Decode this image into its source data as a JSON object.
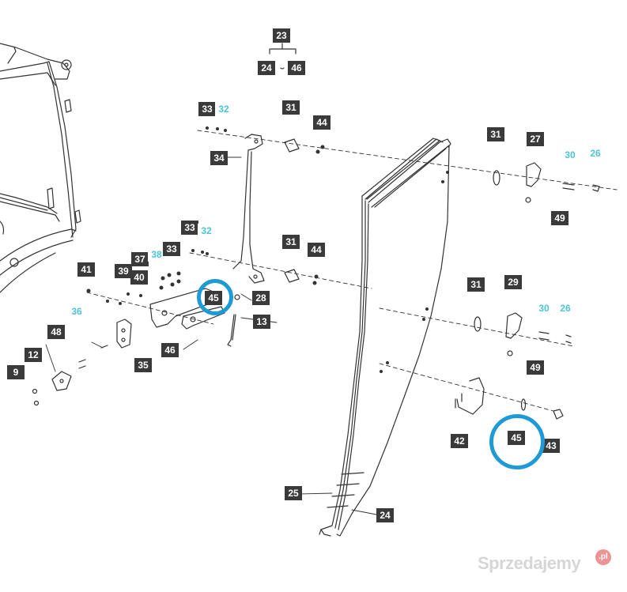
{
  "diagram": {
    "callouts": [
      {
        "id": "c23",
        "label": "23",
        "style": "dark"
      },
      {
        "id": "c24a",
        "label": "24",
        "style": "dark"
      },
      {
        "id": "c46a",
        "label": "46",
        "style": "dark"
      },
      {
        "id": "c33a",
        "label": "33",
        "style": "dark"
      },
      {
        "id": "c32a",
        "label": "32",
        "style": "cyan"
      },
      {
        "id": "c31a",
        "label": "31",
        "style": "dark"
      },
      {
        "id": "c44a",
        "label": "44",
        "style": "dark"
      },
      {
        "id": "c34",
        "label": "34",
        "style": "dark"
      },
      {
        "id": "c31b",
        "label": "31",
        "style": "dark"
      },
      {
        "id": "c27",
        "label": "27",
        "style": "dark"
      },
      {
        "id": "c30a",
        "label": "30",
        "style": "cyan"
      },
      {
        "id": "c26a",
        "label": "26",
        "style": "cyan"
      },
      {
        "id": "c49a",
        "label": "49",
        "style": "dark"
      },
      {
        "id": "c33b",
        "label": "33",
        "style": "dark"
      },
      {
        "id": "c32b",
        "label": "32",
        "style": "cyan"
      },
      {
        "id": "c31c",
        "label": "31",
        "style": "dark"
      },
      {
        "id": "c44b",
        "label": "44",
        "style": "dark"
      },
      {
        "id": "c37",
        "label": "37",
        "style": "dark"
      },
      {
        "id": "c38",
        "label": "38",
        "style": "cyan"
      },
      {
        "id": "c33c",
        "label": "33",
        "style": "dark"
      },
      {
        "id": "c41",
        "label": "41",
        "style": "dark"
      },
      {
        "id": "c39",
        "label": "39",
        "style": "dark"
      },
      {
        "id": "c40",
        "label": "40",
        "style": "dark"
      },
      {
        "id": "c45a",
        "label": "45",
        "style": "dark"
      },
      {
        "id": "c28",
        "label": "28",
        "style": "dark"
      },
      {
        "id": "c13",
        "label": "13",
        "style": "dark"
      },
      {
        "id": "c36",
        "label": "36",
        "style": "cyan"
      },
      {
        "id": "c48",
        "label": "48",
        "style": "dark"
      },
      {
        "id": "c12",
        "label": "12",
        "style": "dark"
      },
      {
        "id": "c35",
        "label": "35",
        "style": "dark"
      },
      {
        "id": "c46b",
        "label": "46",
        "style": "dark"
      },
      {
        "id": "c9",
        "label": "9",
        "style": "dark"
      },
      {
        "id": "c31d",
        "label": "31",
        "style": "dark"
      },
      {
        "id": "c29",
        "label": "29",
        "style": "dark"
      },
      {
        "id": "c30b",
        "label": "30",
        "style": "cyan"
      },
      {
        "id": "c26b",
        "label": "26",
        "style": "cyan"
      },
      {
        "id": "c49b",
        "label": "49",
        "style": "dark"
      },
      {
        "id": "c42",
        "label": "42",
        "style": "dark"
      },
      {
        "id": "c45b",
        "label": "45",
        "style": "dark"
      },
      {
        "id": "c43",
        "label": "43",
        "style": "dark"
      },
      {
        "id": "c25",
        "label": "25",
        "style": "dark"
      },
      {
        "id": "c24b",
        "label": "24",
        "style": "dark"
      }
    ],
    "colors": {
      "dark_callout": "#3a3a3a",
      "cyan_callout": "#4ec3d6",
      "highlight_ring": "#1e9ad6",
      "line": "#333333"
    }
  },
  "watermark": {
    "text": "Sprzedajemy",
    "badge": ".pl"
  }
}
